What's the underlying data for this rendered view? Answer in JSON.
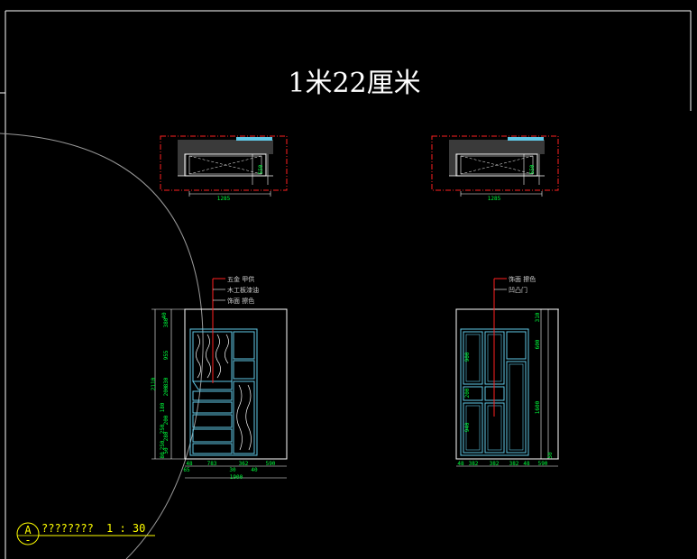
{
  "title": "1米22厘米",
  "plan_left": {
    "width": "1285",
    "depth": "550"
  },
  "plan_right": {
    "width": "1285",
    "depth": "550"
  },
  "elev_left": {
    "notes": [
      "五金 甲供",
      "木工板漆油",
      "饰面 擦色"
    ],
    "left_dims": [
      "40",
      "380",
      "955",
      "830",
      "200",
      "180",
      "200",
      "250",
      "280",
      "250",
      "50",
      "80"
    ],
    "total_height": "2110",
    "bottom_dims": [
      "48",
      "783",
      "362",
      "590"
    ],
    "bottom_dims2": [
      "65",
      "30",
      "40"
    ],
    "total_width": "1900"
  },
  "elev_right": {
    "notes": [
      "饰面 擦色",
      "凹凸门"
    ],
    "left_dims": [
      "900",
      "200",
      "940"
    ],
    "right_dims": [
      "310",
      "600",
      "1600",
      "50"
    ],
    "bottom_dims": [
      "48",
      "382",
      "382",
      "382",
      "48",
      "590"
    ]
  },
  "stamp": {
    "letter": "A",
    "sub": "-",
    "text": "????????",
    "scale": "1 : 30"
  },
  "colors": {
    "bg": "#000000",
    "line": "#ffffff",
    "dim": "#00ff3c",
    "leader": "#ff0000",
    "cabinet": "#5fc8e6",
    "stamp": "#ffff00"
  }
}
